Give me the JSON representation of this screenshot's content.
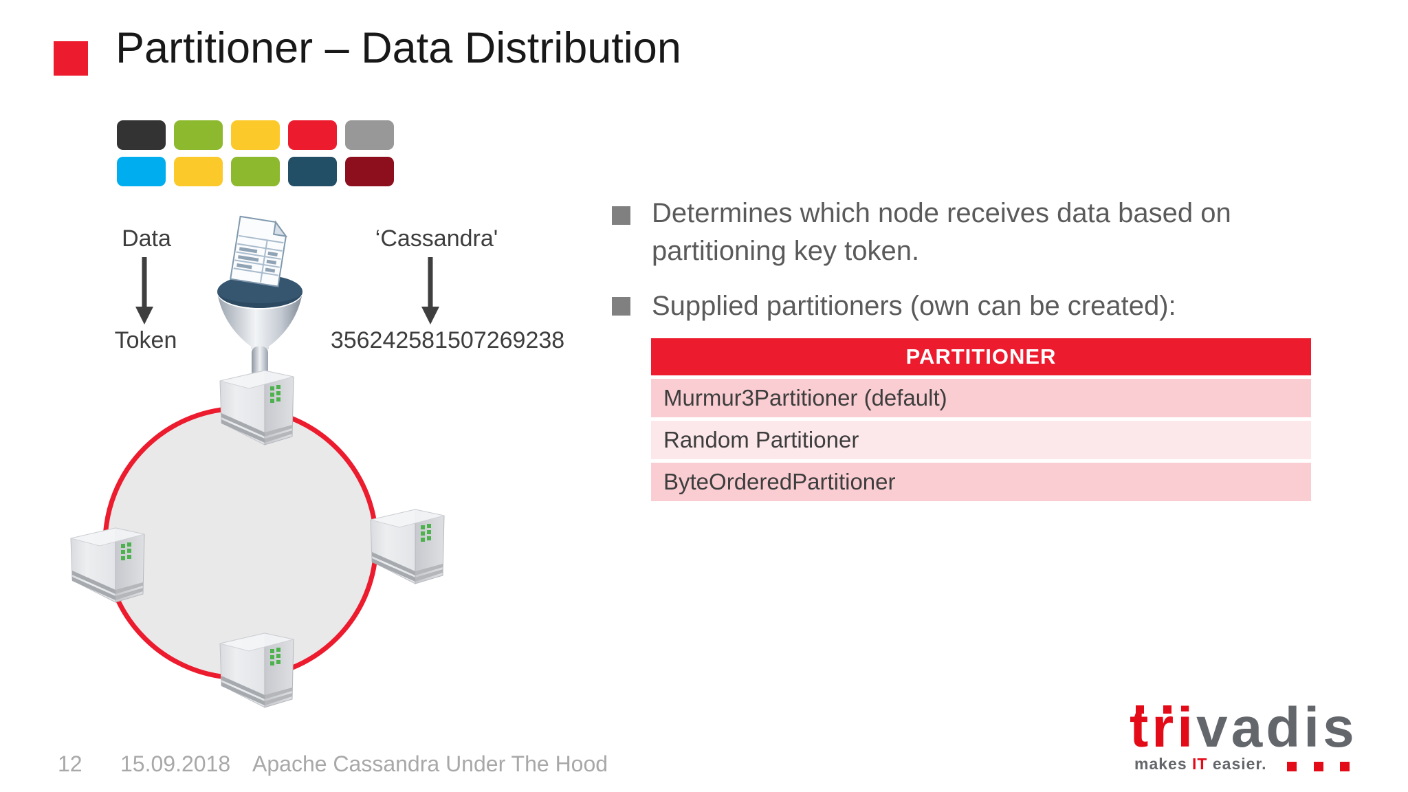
{
  "header": {
    "title": "Partitioner – Data Distribution"
  },
  "color_grid": {
    "row1": [
      "#333333",
      "#8DB92E",
      "#FCC92B",
      "#EC1B2E",
      "#989898"
    ],
    "row2": [
      "#00AEEF",
      "#FCC92B",
      "#8DB92E",
      "#234F66",
      "#8D0F1E"
    ]
  },
  "diagram": {
    "data_label": "Data",
    "token_label": "Token",
    "partition_key_label": "‘Cassandra'",
    "token_value": "356242581507269238"
  },
  "bullets": {
    "first_line1": "Determines which node receives data based on",
    "first_line2": "partitioning key token.",
    "second": "Supplied partitioners (own can be created):"
  },
  "table": {
    "header": "PARTITIONER",
    "rows": [
      "Murmur3Partitioner (default)",
      "Random Partitioner",
      "ByteOrderedPartitioner"
    ],
    "header_color": "#EC1B2E",
    "row_colors": [
      "#F9CDD2",
      "#FCE7EA",
      "#F9CDD2"
    ]
  },
  "footer": {
    "page_number": "12",
    "date": "15.09.2018",
    "title": "Apache Cassandra Under The Hood"
  },
  "logo": {
    "brand_red": "tri",
    "brand_gray": "vadis",
    "tagline_before": "makes ",
    "tagline_highlight": "IT",
    "tagline_after": " easier."
  },
  "colors": {
    "accent_red": "#EC1B2E",
    "ring_fill": "#E9E9EA",
    "bullet_gray": "#808080",
    "body_text_gray": "#5A5A5A",
    "footer_gray": "#A8A8A8",
    "logo_red": "#E30B17",
    "logo_gray": "#63666A"
  }
}
